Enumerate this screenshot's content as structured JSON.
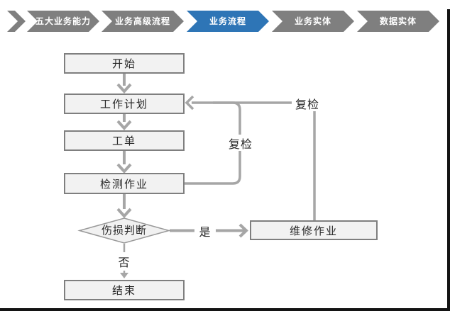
{
  "nav": {
    "items": [
      {
        "label": "五大业务能力",
        "active": false
      },
      {
        "label": "业务高级流程",
        "active": false
      },
      {
        "label": "业务流程",
        "active": true
      },
      {
        "label": "业务实体",
        "active": false
      },
      {
        "label": "数据实体",
        "active": false
      }
    ]
  },
  "flowchart": {
    "nodes": {
      "start": "开始",
      "work_plan": "工作计划",
      "work_order": "工单",
      "inspection": "检测作业",
      "damage_decision": "伤损判断",
      "end": "结束",
      "repair": "维修作业"
    },
    "edge_labels": {
      "recheck_inner": "复检",
      "recheck_outer": "复检",
      "yes": "是",
      "no": "否"
    }
  },
  "colors": {
    "nav_gray": "#7f7f7f",
    "nav_active_blue": "#2e75b6",
    "node_fill": "#f2f2f2",
    "node_border": "#7f7f7f",
    "connector": "#a6a6a6",
    "frame_border": "#141414"
  }
}
